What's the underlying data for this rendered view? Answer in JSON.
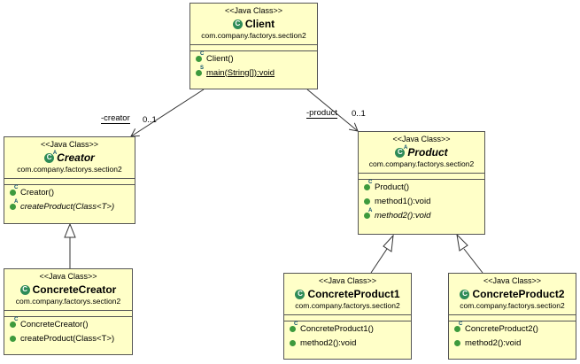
{
  "stereotype": "<<Java Class>>",
  "classes": {
    "client": {
      "name": "Client",
      "abstract": false,
      "package": "com.company.factorys.section2",
      "methods": [
        {
          "name": "Client()",
          "marker": "C"
        },
        {
          "name": "main(String[]):void",
          "marker": "S",
          "underline": true
        }
      ]
    },
    "creator": {
      "name": "Creator",
      "abstract": true,
      "package": "com.company.factorys.section2",
      "methods": [
        {
          "name": "Creator()",
          "marker": "C"
        },
        {
          "name": "createProduct(Class<T>)",
          "marker": "A",
          "italic": true
        }
      ]
    },
    "product": {
      "name": "Product",
      "abstract": true,
      "package": "com.company.factorys.section2",
      "methods": [
        {
          "name": "Product()",
          "marker": "C"
        },
        {
          "name": "method1():void",
          "marker": ""
        },
        {
          "name": "method2():void",
          "marker": "A",
          "italic": true
        }
      ]
    },
    "concrete_creator": {
      "name": "ConcreteCreator",
      "abstract": false,
      "package": "com.company.factorys.section2",
      "methods": [
        {
          "name": "ConcreteCreator()",
          "marker": "C"
        },
        {
          "name": "createProduct(Class<T>)",
          "marker": ""
        }
      ]
    },
    "concrete_product1": {
      "name": "ConcreteProduct1",
      "abstract": false,
      "package": "com.company.factorys.section2",
      "methods": [
        {
          "name": "ConcreteProduct1()",
          "marker": "C"
        },
        {
          "name": "method2():void",
          "marker": ""
        }
      ]
    },
    "concrete_product2": {
      "name": "ConcreteProduct2",
      "abstract": false,
      "package": "com.company.factorys.section2",
      "methods": [
        {
          "name": "ConcreteProduct2()",
          "marker": "C"
        },
        {
          "name": "method2():void",
          "marker": ""
        }
      ]
    }
  },
  "associations": {
    "creator": {
      "role": "-creator",
      "multiplicity": "0..1"
    },
    "product": {
      "role": "-product",
      "multiplicity": "0..1"
    }
  },
  "colors": {
    "class_fill": "#ffffc8",
    "border": "#555555",
    "icon_green": "#2e8b57"
  }
}
